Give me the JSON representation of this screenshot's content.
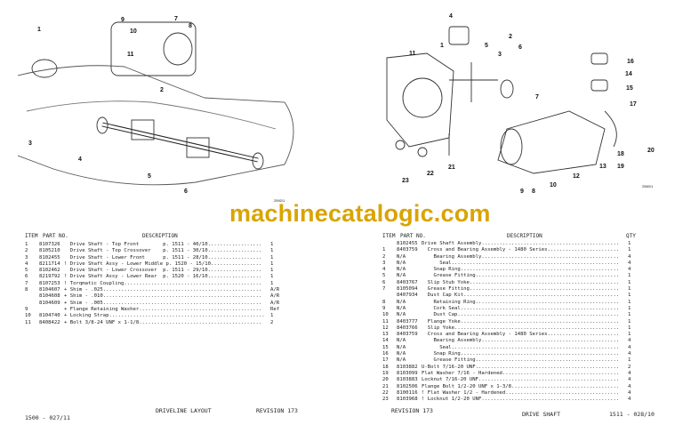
{
  "watermark": "machinecatalogic.com",
  "left": {
    "figure_number": "2592/1",
    "callouts": [
      "1",
      "2",
      "3",
      "4",
      "5",
      "6",
      "7",
      "8",
      "9",
      "10",
      "11"
    ],
    "headers": {
      "item": "ITEM",
      "part": "PART NO.",
      "desc": "DESCRIPTION",
      "qty": ""
    },
    "rows": [
      {
        "item": "1",
        "part": "8107326",
        "desc": "  Drive Shaft - Top Front        p. 1511 - 40/10..................",
        "qty": "1"
      },
      {
        "item": "2",
        "part": "8105210",
        "desc": "  Drive Shaft - Top Crossover    p. 1511 - 30/10..................",
        "qty": "1"
      },
      {
        "item": "3",
        "part": "8102455",
        "desc": "  Drive Shaft - Lower Front      p. 1511 - 28/10..................",
        "qty": "1"
      },
      {
        "item": "4",
        "part": "8211714",
        "desc": "! Drive Shaft Assy - Lower Middle p. 1520 - 15/10.................",
        "qty": "1"
      },
      {
        "item": "5",
        "part": "8102462",
        "desc": "  Drive Shaft - Lower Crossover  p. 1511 - 29/10..................",
        "qty": "1"
      },
      {
        "item": "6",
        "part": "8219792",
        "desc": "! Drive Shaft Assy - Lower Rear  p. 1520 - 16/10..................",
        "qty": "1"
      },
      {
        "item": "7",
        "part": "8107253",
        "desc": "! Torqmatic Coupling..............................................",
        "qty": "1"
      },
      {
        "item": "8",
        "part": "8104607",
        "desc": "+ Shim - .025.....................................................",
        "qty": "A/R"
      },
      {
        "item": "",
        "part": "8104608",
        "desc": "+ Shim - .010.....................................................",
        "qty": "A/R"
      },
      {
        "item": "",
        "part": "8104609",
        "desc": "+ Shim - .005.....................................................",
        "qty": "A/R"
      },
      {
        "item": "9",
        "part": "",
        "desc": "+ Flange Retaining Washer.........................................",
        "qty": "Ref"
      },
      {
        "item": "10",
        "part": "8104740",
        "desc": "+ Locking Strap....................................................",
        "qty": "1"
      },
      {
        "item": "11",
        "part": "8408422",
        "desc": "+ Bolt 3/8-24 UNF x 1-1/8.........................................",
        "qty": "2"
      }
    ],
    "footer": {
      "page": "1500 - 027/11",
      "title": "DRIVELINE LAYOUT",
      "revision": "REVISION 173"
    }
  },
  "right": {
    "figure_number": "2560/1",
    "callouts": [
      "1",
      "2",
      "3",
      "4",
      "5",
      "6",
      "7",
      "8",
      "9",
      "10",
      "11",
      "12",
      "13",
      "14",
      "15",
      "16",
      "17",
      "18",
      "19",
      "20",
      "21",
      "22",
      "23"
    ],
    "headers": {
      "item": "ITEM",
      "part": "PART NO.",
      "desc": "DESCRIPTION",
      "qty": "QTY"
    },
    "rows": [
      {
        "item": "",
        "part": "8102455",
        "desc": "Drive Shaft Assembly..............................................",
        "qty": "1"
      },
      {
        "item": "1",
        "part": "8403759",
        "desc": "  Cross and Bearing Assembly - 1480 Series........................",
        "qty": "1"
      },
      {
        "item": "2",
        "part": "N/A",
        "desc": "    Bearing Assembly..............................................",
        "qty": "4"
      },
      {
        "item": "3",
        "part": "N/A",
        "desc": "      Seal........................................................",
        "qty": "4"
      },
      {
        "item": "4",
        "part": "N/A",
        "desc": "    Snap Ring.....................................................",
        "qty": "4"
      },
      {
        "item": "5",
        "part": "N/A",
        "desc": "    Grease Fitting................................................",
        "qty": "1"
      },
      {
        "item": "6",
        "part": "8403767",
        "desc": "  Slip Stub Yoke..................................................",
        "qty": "1"
      },
      {
        "item": "7",
        "part": "8105094",
        "desc": "  Grease Fitting..................................................",
        "qty": "1"
      },
      {
        "item": "",
        "part": "8407934",
        "desc": "  Dust Cap Kit....................................................",
        "qty": "1"
      },
      {
        "item": "8",
        "part": "N/A",
        "desc": "    Retaining Ring................................................",
        "qty": "1"
      },
      {
        "item": "9",
        "part": "N/A",
        "desc": "    Cork Seal.....................................................",
        "qty": "1"
      },
      {
        "item": "10",
        "part": "N/A",
        "desc": "    Dust Cap......................................................",
        "qty": "1"
      },
      {
        "item": "11",
        "part": "8403777",
        "desc": "  Flange Yoke.....................................................",
        "qty": "1"
      },
      {
        "item": "12",
        "part": "8403766",
        "desc": "  Slip Yoke.......................................................",
        "qty": "1"
      },
      {
        "item": "13",
        "part": "8403759",
        "desc": "  Cross and Bearing Assembly - 1480 Series........................",
        "qty": "1"
      },
      {
        "item": "14",
        "part": "N/A",
        "desc": "    Bearing Assembly..............................................",
        "qty": "4"
      },
      {
        "item": "15",
        "part": "N/A",
        "desc": "      Seal........................................................",
        "qty": "4"
      },
      {
        "item": "16",
        "part": "N/A",
        "desc": "    Snap Ring.....................................................",
        "qty": "4"
      },
      {
        "item": "17",
        "part": "N/A",
        "desc": "    Grease Fitting................................................",
        "qty": "1"
      },
      {
        "item": "18",
        "part": "8103882",
        "desc": "U-Bolt 7/16-20 UNF................................................",
        "qty": "2"
      },
      {
        "item": "19",
        "part": "8103099",
        "desc": "Flat Washer 7/16 - Hardened.......................................",
        "qty": "4"
      },
      {
        "item": "20",
        "part": "8103883",
        "desc": "Locknut 7/16-20 UNF...............................................",
        "qty": "4"
      },
      {
        "item": "21",
        "part": "8102506",
        "desc": "Flange Bolt 1/2-20 UNF x 1-3/8....................................",
        "qty": "4"
      },
      {
        "item": "22",
        "part": "8100116",
        "desc": "! Flat Washer 1/2 - Hardened......................................",
        "qty": "4"
      },
      {
        "item": "23",
        "part": "8103968",
        "desc": "! Locknut 1/2-20 UNF..............................................",
        "qty": "4"
      }
    ],
    "footer": {
      "revision": "REVISION 173",
      "title": "DRIVE SHAFT",
      "page": "1511 - 028/10"
    }
  }
}
